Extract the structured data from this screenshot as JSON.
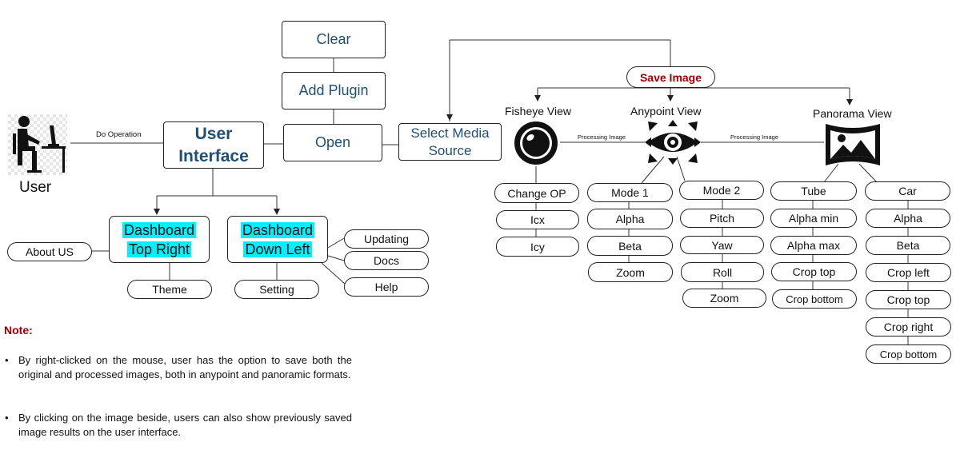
{
  "user": {
    "label": "User"
  },
  "edges": {
    "do_operation": "Do Operation",
    "processing_image_1": "Processing Image",
    "processing_image_2": "Processing Image"
  },
  "core": {
    "clear": "Clear",
    "add_plugin": "Add Plugin",
    "open": "Open",
    "user_interface_line1": "User",
    "user_interface_line2": "Interface",
    "select_media_line1": "Select Media",
    "select_media_line2": "Source",
    "save_image": "Save Image"
  },
  "dashboards": {
    "top_right_line1": "Dashboard",
    "top_right_line2": "Top Right",
    "down_left_line1": "Dashboard",
    "down_left_line2": "Down Left"
  },
  "ui_children": {
    "about_us": "About US",
    "theme": "Theme",
    "setting": "Setting",
    "updating": "Updating",
    "docs": "Docs",
    "help": "Help"
  },
  "views": {
    "fisheye": "Fisheye View",
    "anypoint": "Anypoint View",
    "panorama": "Panorama View"
  },
  "fisheye_options": [
    "Change OP",
    "Icx",
    "Icy"
  ],
  "mode1_options": [
    "Mode 1",
    "Alpha",
    "Beta",
    "Zoom"
  ],
  "mode2_options": [
    "Mode 2",
    "Pitch",
    "Yaw",
    "Roll",
    "Zoom"
  ],
  "tube_options": [
    "Tube",
    "Alpha min",
    "Alpha max",
    "Crop top",
    "Crop bottom"
  ],
  "car_options": [
    "Car",
    "Alpha",
    "Beta",
    "Crop left",
    "Crop top",
    "Crop right",
    "Crop bottom"
  ],
  "note": {
    "title": "Note:",
    "bullet": "•",
    "item1": "By right-clicked on the mouse, user has the option to save both the original and processed images, both in anypoint and panoramic formats.",
    "item2": "By clicking on the image beside, users can also show previously saved image results on the user interface."
  },
  "icons": {
    "user": "user-at-desk-icon",
    "fisheye": "fisheye-lens-icon",
    "anypoint": "eye-arrows-icon",
    "panorama": "panorama-image-icon"
  }
}
